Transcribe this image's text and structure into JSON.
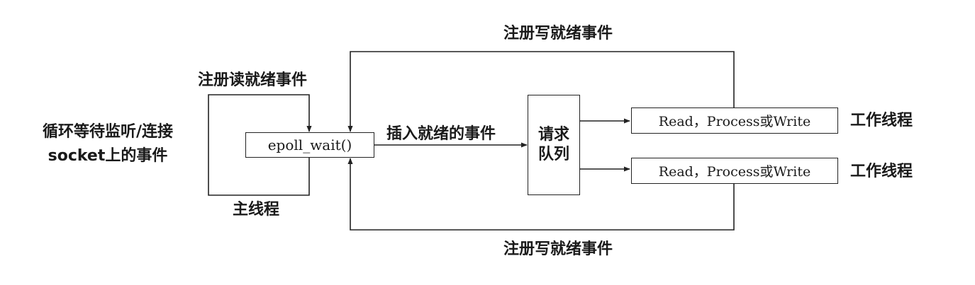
{
  "diagram": {
    "main_thread": {
      "loop_label_line1": "循环等待监听/连接",
      "loop_label_line2": "socket上的事件",
      "register_read_label": "注册读就绪事件",
      "epoll_wait_label": "epoll_wait()",
      "thread_label": "主线程"
    },
    "insert_label": "插入就绪的事件",
    "queue": {
      "line1": "请求",
      "line2": "队列"
    },
    "register_write_top_label": "注册写就绪事件",
    "register_write_bottom_label": "注册写就绪事件",
    "workers": [
      {
        "task_label": "Read，Process或Write",
        "thread_label": "工作线程"
      },
      {
        "task_label": "Read，Process或Write",
        "thread_label": "工作线程"
      }
    ]
  }
}
